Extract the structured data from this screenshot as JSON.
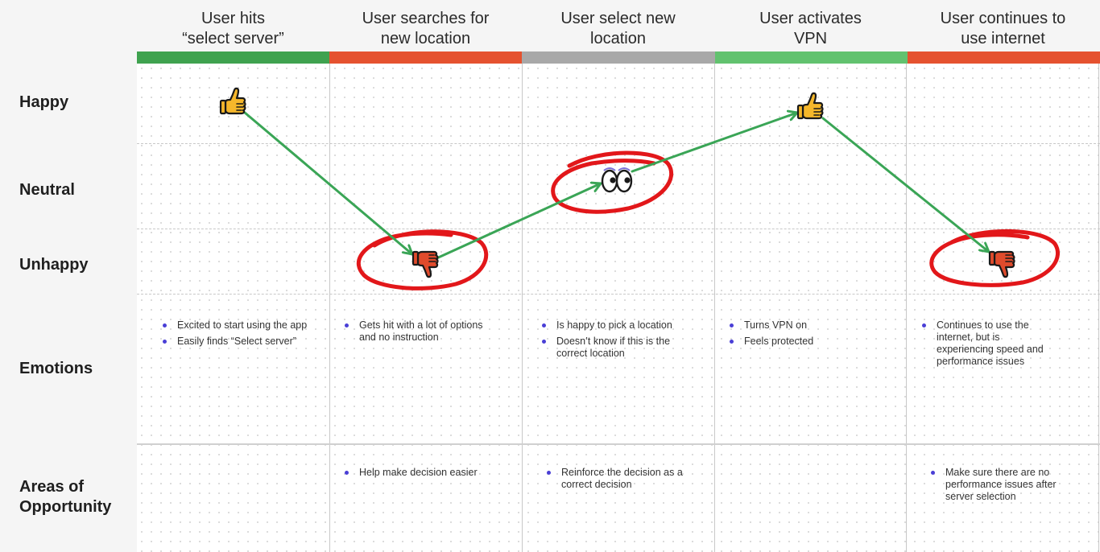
{
  "stages": [
    {
      "title": "User hits\n“select server”",
      "color": "#3fa24f"
    },
    {
      "title": "User searches for\nnew location",
      "color": "#e5522f"
    },
    {
      "title": "User select new\nlocation",
      "color": "#a8a8a8"
    },
    {
      "title": "User activates\nVPN",
      "color": "#62c26f"
    },
    {
      "title": "User continues to\nuse internet",
      "color": "#e5522f"
    }
  ],
  "rows": {
    "happy": "Happy",
    "neutral": "Neutral",
    "unhappy": "Unhappy",
    "emotions": "Emotions",
    "opportunity": "Areas of\nOpportunity"
  },
  "journey": [
    {
      "stage": 1,
      "mood": "Happy",
      "icon": "thumbs-up-icon",
      "circled": false
    },
    {
      "stage": 2,
      "mood": "Unhappy",
      "icon": "thumbs-down-icon",
      "circled": true
    },
    {
      "stage": 3,
      "mood": "Neutral",
      "icon": "eyes-icon",
      "circled": true
    },
    {
      "stage": 4,
      "mood": "Happy",
      "icon": "thumbs-up-icon",
      "circled": false
    },
    {
      "stage": 5,
      "mood": "Unhappy",
      "icon": "thumbs-down-icon",
      "circled": true
    }
  ],
  "emotions": [
    [
      "Excited to start using the app",
      "Easily finds “Select server”"
    ],
    [
      "Gets hit with a lot of options and no instruction"
    ],
    [
      "Is happy to pick a location",
      "Doesn’t know if this is the correct location"
    ],
    [
      "Turns VPN on",
      "Feels protected"
    ],
    [
      "Continues to use the internet, but is experiencing speed and performance issues"
    ]
  ],
  "opportunities": [
    [],
    [
      "Help make decision easier"
    ],
    [
      "Reinforce the decision as a correct decision"
    ],
    [],
    [
      "Make sure there are no performance issues after server selection"
    ]
  ],
  "colors": {
    "arrow": "#3aa556",
    "circle": "#e2171a",
    "bullet": "#4a3fd6"
  }
}
